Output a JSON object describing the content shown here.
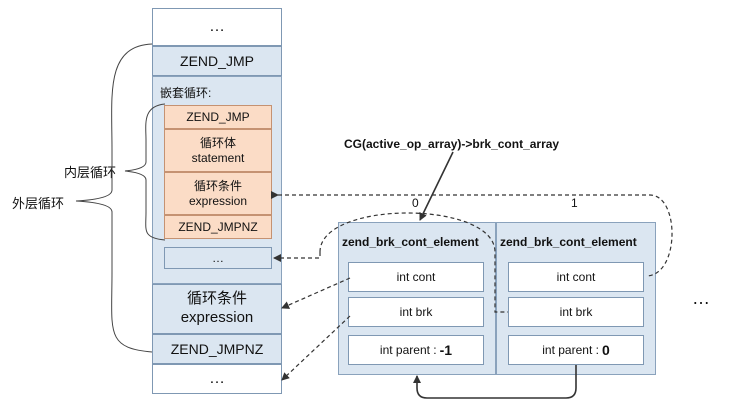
{
  "opcode_array": {
    "top_ellipsis": "…",
    "zend_jmp": "ZEND_JMP",
    "nested_loop_label": "嵌套循环:",
    "inner": {
      "zend_jmp": "ZEND_JMP",
      "body_line1": "循环体",
      "body_line2": "statement",
      "cond_line1": "循环条件",
      "cond_line2": "expression",
      "zend_jmpnz": "ZEND_JMPNZ",
      "ellipsis": "…"
    },
    "cond_line1": "循环条件",
    "cond_line2": "expression",
    "zend_jmpnz": "ZEND_JMPNZ",
    "bottom_ellipsis": "…"
  },
  "labels": {
    "inner_loop": "内层循环",
    "outer_loop": "外层循环",
    "brk_cont_array": "CG(active_op_array)->brk_cont_array",
    "index_0": "0",
    "index_1": "1",
    "right_ellipsis": "…"
  },
  "elements": [
    {
      "title": "zend_brk_cont_element",
      "cont": "int cont",
      "brk": "int brk",
      "parent_label": "int parent : ",
      "parent_value": "-1"
    },
    {
      "title": "zend_brk_cont_element",
      "cont": "int cont",
      "brk": "int brk",
      "parent_label": "int parent : ",
      "parent_value": "0"
    }
  ],
  "colors": {
    "box_fill_blue": "#dbe6f1",
    "box_fill_peach": "#fbdcc6",
    "border_blue": "#7f98b3",
    "arrow": "#333333"
  }
}
